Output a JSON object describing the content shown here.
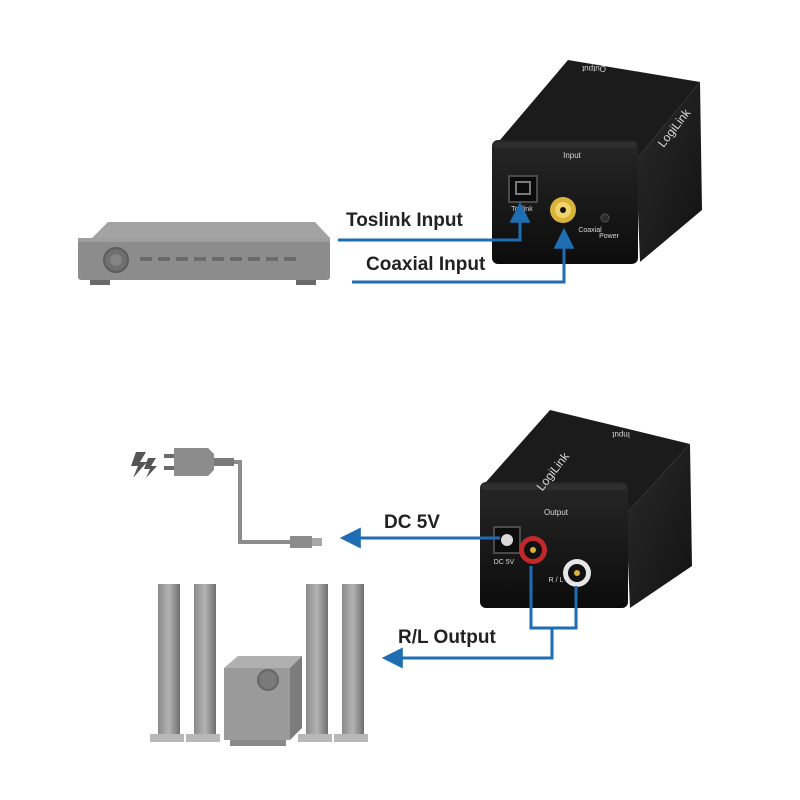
{
  "colors": {
    "arrow": "#1f6db3",
    "device_body": "#141414",
    "receiver_gray": "#8c8c8c",
    "speaker_gray": "#9c9c9c",
    "rca_red": "#c0282c",
    "rca_gold": "#d9b23a"
  },
  "top": {
    "toslink_label": "Toslink Input",
    "coaxial_label": "Coaxial Input",
    "device": {
      "brand": "LogiLink",
      "panel_input": "Input",
      "port_toslink": "Toslink",
      "port_coaxial": "Coaxial",
      "port_power": "Power",
      "top_output": "Output"
    }
  },
  "bottom": {
    "dc_label": "DC 5V",
    "rl_label": "R/L Output",
    "device": {
      "brand": "LogiLink",
      "panel_output": "Output",
      "port_dc": "DC 5V",
      "port_rl": "R / L",
      "top_input": "Input"
    }
  },
  "icons": {
    "receiver": "av-receiver-icon",
    "power_plug": "power-adapter-icon",
    "electricity": "lightning-icon",
    "speakers": "speaker-system-icon"
  }
}
